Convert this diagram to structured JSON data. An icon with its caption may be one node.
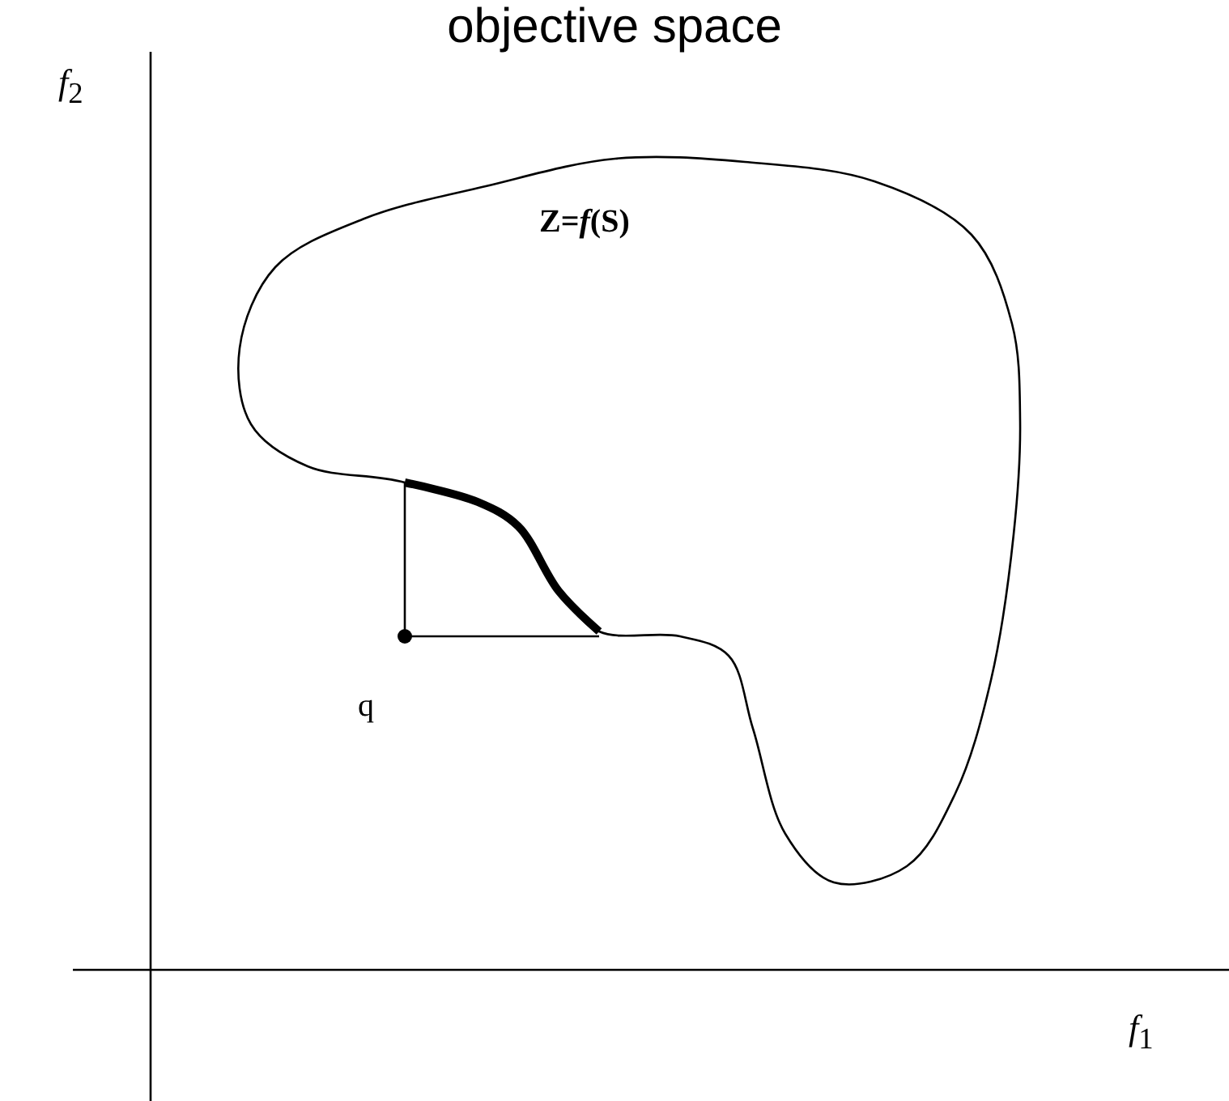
{
  "diagram": {
    "title": "objective space",
    "labels": [
      "*f*$_{2}$",
      "Z=*f*(S)",
      "q",
      "*f*$_{1}$"
    ]
  }
}
